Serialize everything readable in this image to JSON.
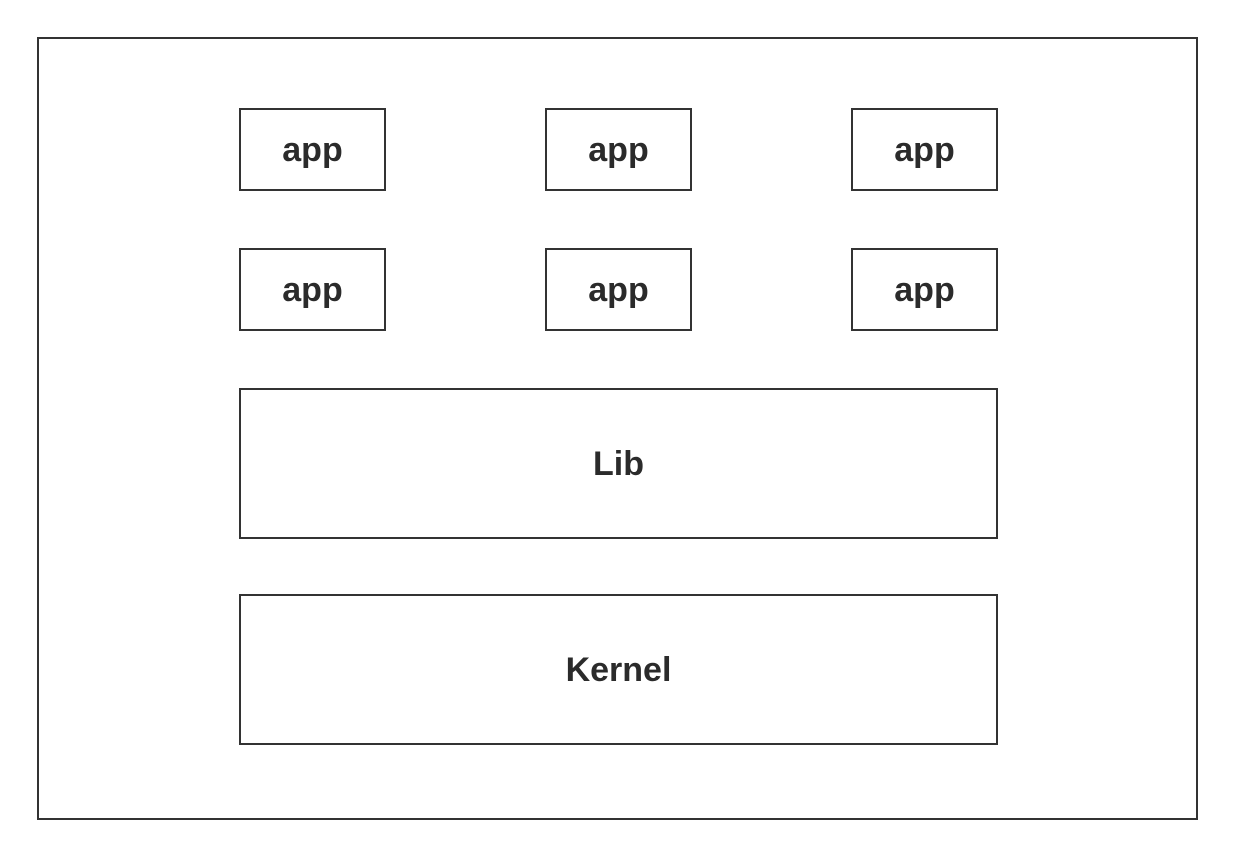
{
  "diagram": {
    "app_rows": [
      [
        "app",
        "app",
        "app"
      ],
      [
        "app",
        "app",
        "app"
      ]
    ],
    "lib_label": "Lib",
    "kernel_label": "Kernel"
  }
}
